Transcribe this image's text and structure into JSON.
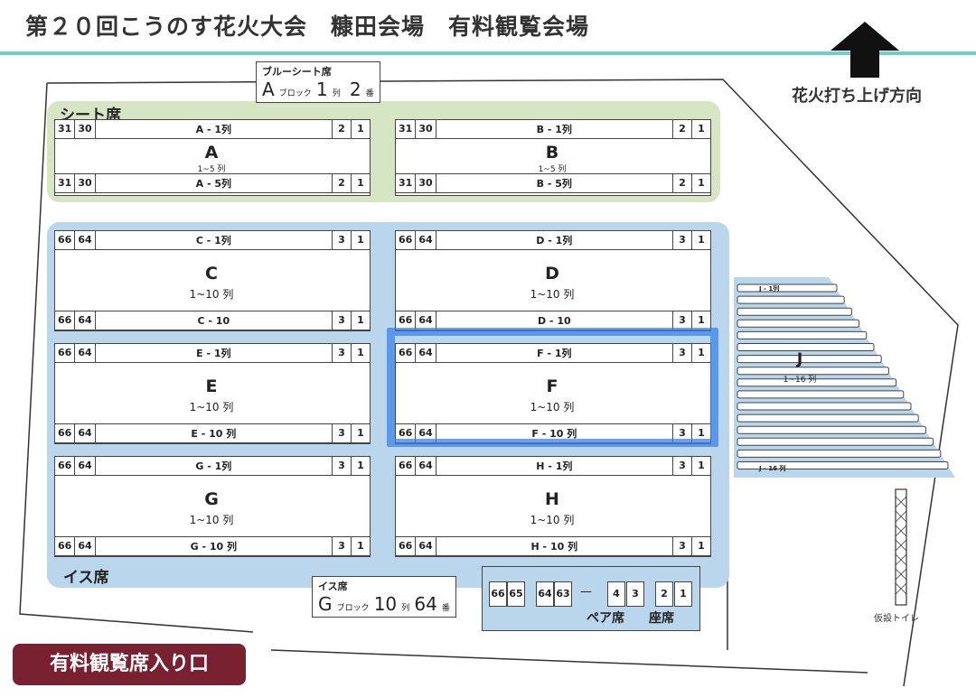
{
  "title": "第２０回こうのす花火大会　糠田会場　有料観覧会場",
  "direction": {
    "label": "花火打ち上げ方向"
  },
  "sheet_zone": {
    "label": "シート席"
  },
  "chair_zone": {
    "label": "イス席"
  },
  "sheet_blocks": [
    {
      "letter": "A",
      "range": "1~5 列",
      "top_row": "A - 1列",
      "bottom_row": "A - 5列",
      "left_cells": [
        "31",
        "30"
      ],
      "right_cells": [
        "2",
        "1"
      ]
    },
    {
      "letter": "B",
      "range": "1~5 列",
      "top_row": "B - 1列",
      "bottom_row": "B - 5列",
      "left_cells": [
        "31",
        "30"
      ],
      "right_cells": [
        "2",
        "1"
      ]
    }
  ],
  "chair_blocks": [
    {
      "letter": "C",
      "range": "1~10 列",
      "top_row": "C - 1列",
      "bottom_row": "C - 10",
      "left_cells": [
        "66",
        "64"
      ],
      "right_cells": [
        "3",
        "1"
      ]
    },
    {
      "letter": "D",
      "range": "1~10 列",
      "top_row": "D - 1列",
      "bottom_row": "D - 10",
      "left_cells": [
        "66",
        "64"
      ],
      "right_cells": [
        "3",
        "1"
      ]
    },
    {
      "letter": "E",
      "range": "1~10 列",
      "top_row": "E - 1列",
      "bottom_row": "E - 10 列",
      "left_cells": [
        "66",
        "64"
      ],
      "right_cells": [
        "3",
        "1"
      ]
    },
    {
      "letter": "F",
      "range": "1~10 列",
      "top_row": "F - 1列",
      "bottom_row": "F - 10 列",
      "left_cells": [
        "66",
        "64"
      ],
      "right_cells": [
        "3",
        "1"
      ]
    },
    {
      "letter": "G",
      "range": "1~10 列",
      "top_row": "G - 1列",
      "bottom_row": "G - 10 列",
      "left_cells": [
        "66",
        "64"
      ],
      "right_cells": [
        "3",
        "1"
      ]
    },
    {
      "letter": "H",
      "range": "1~10 列",
      "top_row": "H - 1列",
      "bottom_row": "H - 10 列",
      "left_cells": [
        "66",
        "64"
      ],
      "right_cells": [
        "3",
        "1"
      ]
    }
  ],
  "block_j": {
    "letter": "J",
    "range": "1~16 列",
    "top_row": "J - 1列",
    "bottom_row": "J - 16 列",
    "row_count": 16
  },
  "callout_sheet": {
    "top": "ブルーシート席",
    "block": "A",
    "block_unit": "ブロック",
    "row": "1",
    "row_unit": "列",
    "seat": "2",
    "seat_unit": "番"
  },
  "callout_chair": {
    "top": "イス席",
    "block": "G",
    "block_unit": "ブロック",
    "row": "10",
    "row_unit": "列",
    "seat": "64",
    "seat_unit": "番"
  },
  "pair_seats": {
    "pairs": [
      [
        "66",
        "65"
      ],
      [
        "64",
        "63"
      ]
    ],
    "dash": "—",
    "singles": [
      [
        "4",
        "3"
      ],
      [
        "2",
        "1"
      ]
    ],
    "pair_label": "ペア席",
    "seat_label": "座席"
  },
  "toilet": {
    "label": "仮設トイレ"
  },
  "entrance": {
    "label": "有料観覧席入り口"
  },
  "highlighted_block": "F"
}
